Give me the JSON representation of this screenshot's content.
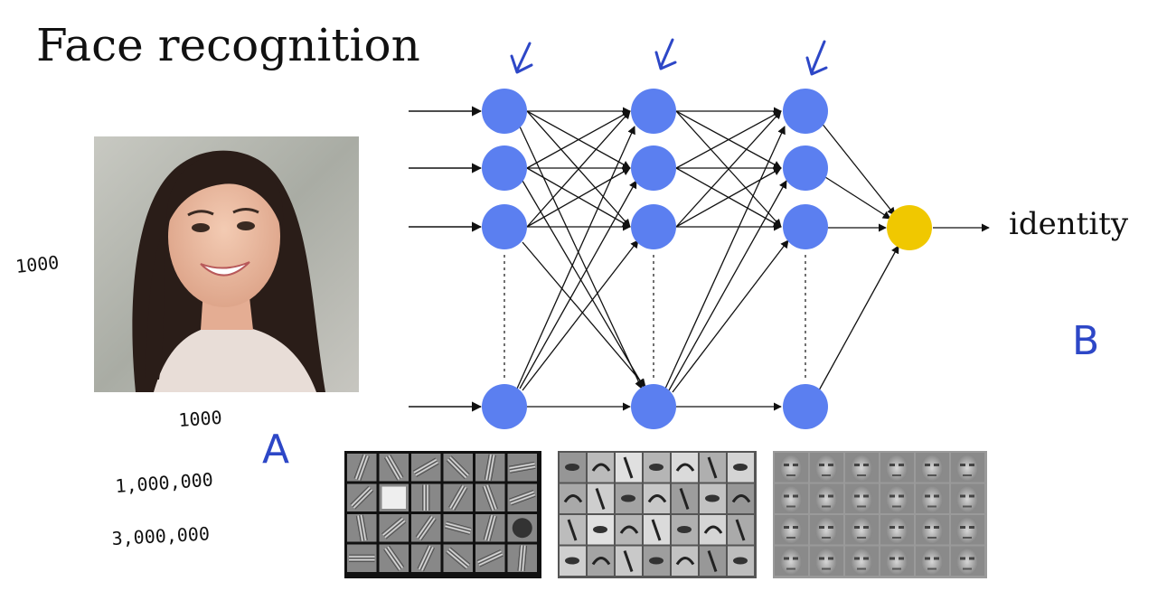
{
  "slide": {
    "title": "Face recognition",
    "output_label": "identity"
  },
  "annotations": {
    "width_px": "1000",
    "height_px": "1000",
    "million": "1,000,000",
    "three_million": "3,000,000",
    "letter_a": "A",
    "letter_b": "B"
  },
  "colors": {
    "hidden_node": "#5b7ff0",
    "output_node": "#f0c800",
    "ink_blue": "#2d47c7"
  },
  "icons": {
    "photo": "face-photo",
    "arrows": "hand-drawn-down-arrow",
    "feature_panels": [
      "edge-filters",
      "face-parts",
      "whole-faces"
    ]
  }
}
